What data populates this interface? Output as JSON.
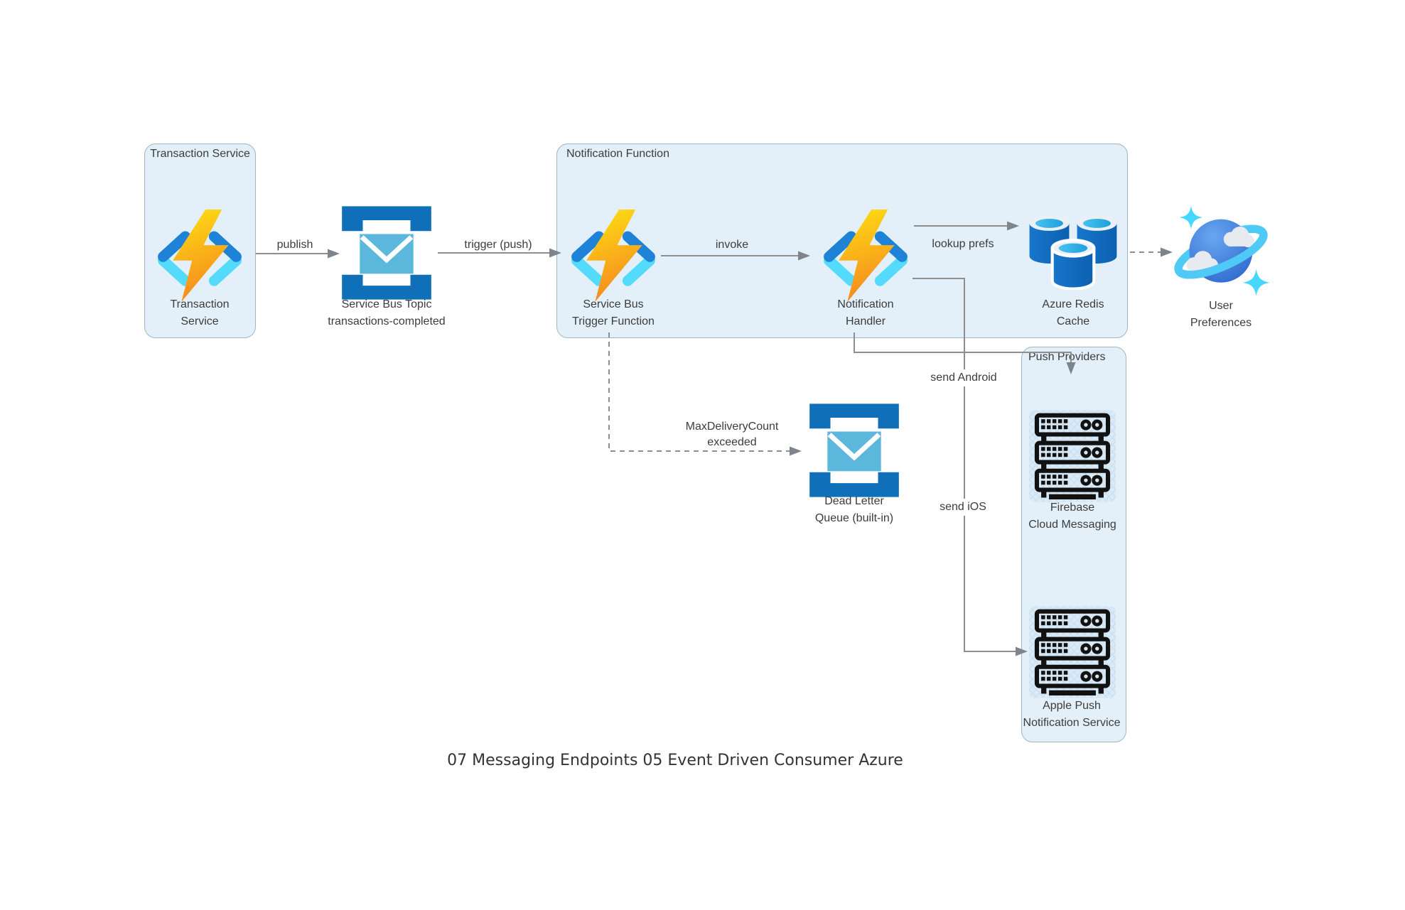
{
  "diagram": {
    "caption": "07 Messaging Endpoints 05 Event Driven Consumer Azure",
    "type": "azure-architecture-diagram"
  },
  "groups": {
    "transaction_service": {
      "title": "Transaction Service"
    },
    "notification_function": {
      "title": "Notification Function"
    },
    "push_providers": {
      "title": "Push Providers"
    }
  },
  "nodes": {
    "transaction_service": {
      "label": "Transaction\nService",
      "icon": "azure-function-icon"
    },
    "service_bus_topic": {
      "label": "Service Bus Topic\ntransactions-completed",
      "icon": "service-bus-topic-icon"
    },
    "service_bus_trigger_function": {
      "label": "Service Bus\nTrigger Function",
      "icon": "azure-function-icon"
    },
    "notification_handler": {
      "label": "Notification\nHandler",
      "icon": "azure-function-icon"
    },
    "azure_redis_cache": {
      "label": "Azure Redis\nCache",
      "icon": "redis-cache-icon"
    },
    "user_preferences": {
      "label": "User\nPreferences",
      "icon": "cosmos-planet-icon"
    },
    "dead_letter_queue": {
      "label": "Dead Letter\nQueue (built-in)",
      "icon": "dead-letter-queue-icon"
    },
    "firebase_cloud_messaging": {
      "label": "Firebase\nCloud Messaging",
      "icon": "server-rack-icon"
    },
    "apple_push_notification_service": {
      "label": "Apple Push\nNotification Service",
      "icon": "server-rack-icon"
    }
  },
  "edges": {
    "publish": {
      "label": "publish",
      "from": "transaction_service",
      "to": "service_bus_topic",
      "style": "solid"
    },
    "trigger_push": {
      "label": "trigger (push)",
      "from": "service_bus_topic",
      "to": "service_bus_trigger_function",
      "style": "solid"
    },
    "invoke": {
      "label": "invoke",
      "from": "service_bus_trigger_function",
      "to": "notification_handler",
      "style": "solid"
    },
    "lookup_prefs": {
      "label": "lookup prefs",
      "from": "notification_handler",
      "to": "azure_redis_cache",
      "style": "solid"
    },
    "redis_to_user_preferences": {
      "label": "",
      "from": "azure_redis_cache",
      "to": "user_preferences",
      "style": "dashed"
    },
    "max_delivery_count": {
      "label": "MaxDeliveryCount\nexceeded",
      "from": "service_bus_trigger_function",
      "to": "dead_letter_queue",
      "style": "dashed"
    },
    "send_android": {
      "label": "send Android",
      "from": "notification_handler",
      "to": "firebase_cloud_messaging",
      "style": "solid"
    },
    "send_ios": {
      "label": "send iOS",
      "from": "notification_handler",
      "to": "apple_push_notification_service",
      "style": "solid"
    }
  },
  "colors": {
    "group_fill": "#e3f0f9",
    "group_border": "#9fb6c2",
    "function_bolt_top": "#ffe212",
    "function_bolt_bottom": "#f58b1f",
    "bracket_dark_blue": "#1e83d6",
    "bracket_light_cyan": "#54dbfb",
    "service_bus_blue": "#0f6fb8",
    "envelope_blue": "#5cb7dd",
    "redis_body_blue": "#0e62b3",
    "redis_top_cyan": "#41b5e8",
    "cosmos_sphere_blue": "#2a63cb",
    "cosmos_ring_cyan": "#4fc9f5",
    "rack_background": "#daeaf6",
    "rack_line": "#111111",
    "edge_gray": "#8e8e8e",
    "text_color": "#3c3c3c"
  }
}
